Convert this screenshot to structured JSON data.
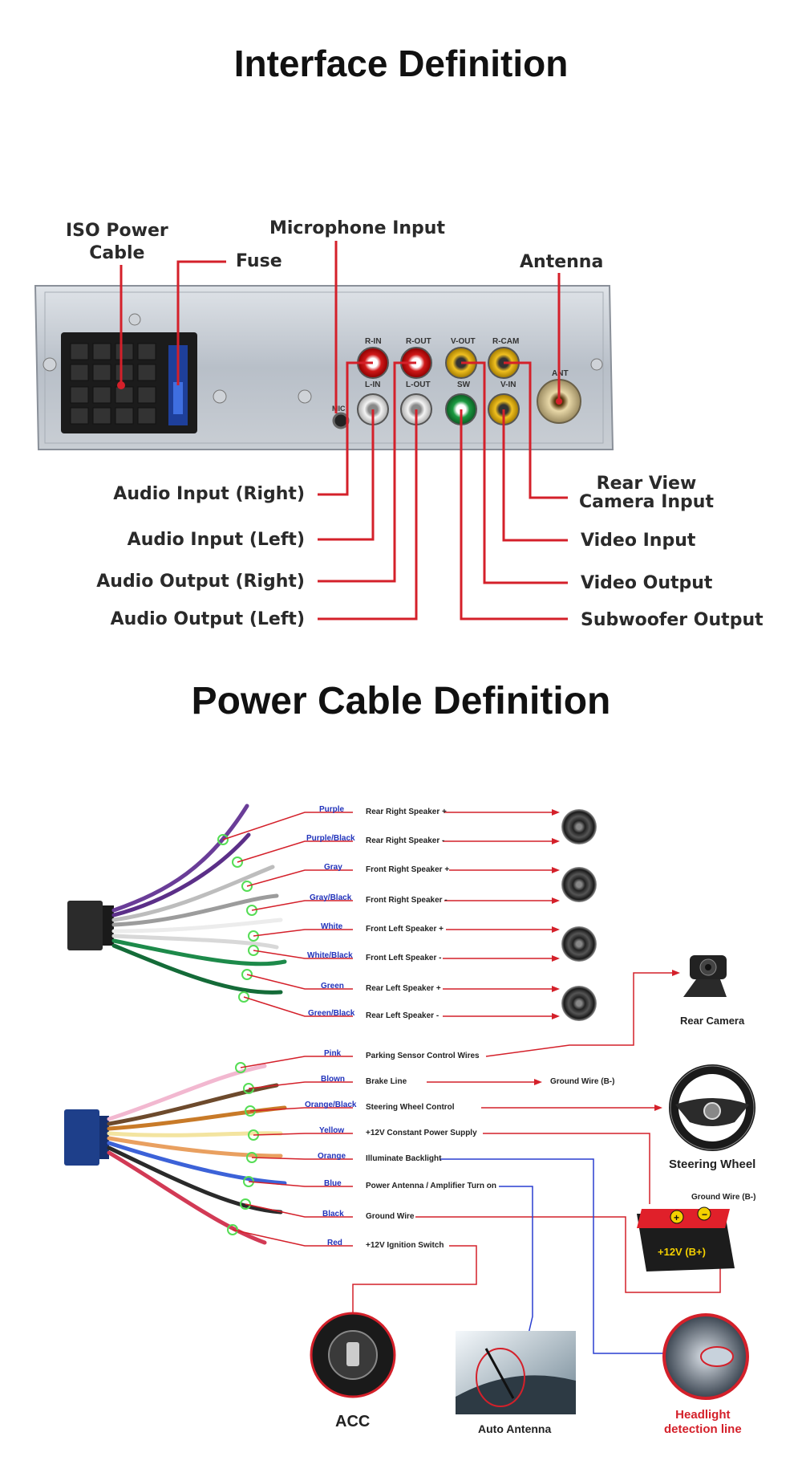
{
  "titles": {
    "interface": "Interface Definition",
    "power": "Power Cable Definition"
  },
  "interface": {
    "top_labels": {
      "iso_power_cable": "ISO Power\nCable",
      "fuse": "Fuse",
      "microphone_input": "Microphone Input",
      "antenna": "Antenna"
    },
    "left_labels": [
      "Audio Input (Right)",
      "Audio Input (Left)",
      "Audio Output (Right)",
      "Audio Output (Left)"
    ],
    "right_labels": [
      "Rear View\nCamera Input",
      "Video Input",
      "Video Output",
      "Subwoofer Output"
    ],
    "panel_marks": [
      "R-IN",
      "R-OUT",
      "V-OUT",
      "R-CAM",
      "L-IN",
      "L-OUT",
      "SW",
      "V-IN",
      "ANT",
      "MIC"
    ]
  },
  "speaker_wires": [
    {
      "color": "Purple",
      "function": "Rear Right Speaker +"
    },
    {
      "color": "Purple/Black",
      "function": "Rear Right Speaker -"
    },
    {
      "color": "Gray",
      "function": "Front Right Speaker +"
    },
    {
      "color": "Gray/Black",
      "function": "Front Right Speaker -"
    },
    {
      "color": "White",
      "function": "Front Left Speaker +"
    },
    {
      "color": "White/Black",
      "function": "Front Left Speaker -"
    },
    {
      "color": "Green",
      "function": "Rear Left Speaker +"
    },
    {
      "color": "Green/Black",
      "function": "Rear Left Speaker -"
    }
  ],
  "power_wires": [
    {
      "color": "Pink",
      "function": "Parking Sensor Control Wires"
    },
    {
      "color": "Blown",
      "function": "Brake Line"
    },
    {
      "color": "Orange/Black",
      "function": "Steering Wheel Control"
    },
    {
      "color": "Yellow",
      "function": "+12V Constant Power Supply"
    },
    {
      "color": "Orange",
      "function": "Illuminate Backlight"
    },
    {
      "color": "Blue",
      "function": "Power Antenna / Amplifier Turn on"
    },
    {
      "color": "Black",
      "function": "Ground Wire"
    },
    {
      "color": "Red",
      "function": "+12V Ignition Switch"
    }
  ],
  "devices": {
    "rear_camera": "Rear Camera",
    "steering_wheel": "Steering Wheel",
    "ground_brake": "Ground Wire (B-)",
    "ground_battery": "Ground Wire (B-)",
    "battery": "+12V (B+)",
    "acc": "ACC",
    "auto_antenna": "Auto Antenna",
    "headlight": "Headlight\ndetection line"
  },
  "colors": {
    "leader_red": "#d4202a",
    "wire_label_blue": "#2233bb",
    "signal_blue": "#2a3fd0",
    "ring_green": "#55dd55"
  }
}
